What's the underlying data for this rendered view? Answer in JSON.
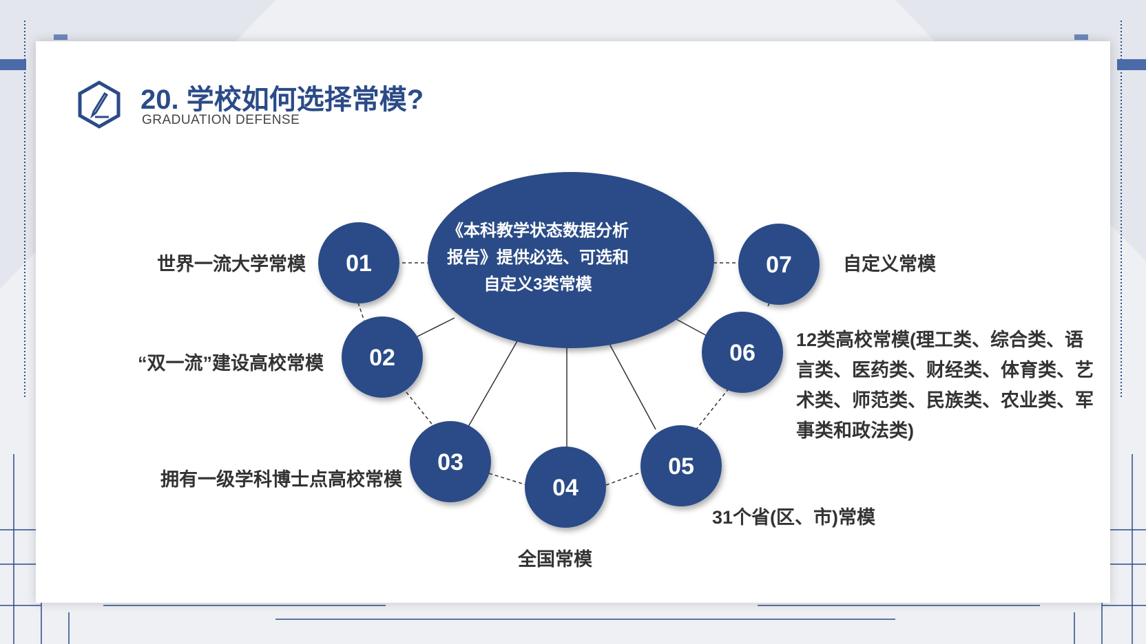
{
  "slide": {
    "title": "20. 学校如何选择常模?",
    "subtitle": "GRADUATION DEFENSE",
    "icon": "pencil-hexagon-icon"
  },
  "center": {
    "text": "《本科教学状态数据分析报告》提供必选、可选和自定义3类常模"
  },
  "nodes": [
    {
      "num": "01",
      "label": "世界一流大学常模"
    },
    {
      "num": "02",
      "label": "“双一流”建设高校常模"
    },
    {
      "num": "03",
      "label": "拥有一级学科博士点高校常模"
    },
    {
      "num": "04",
      "label": "全国常模"
    },
    {
      "num": "05",
      "label": "31个省(区、市)常模"
    },
    {
      "num": "06",
      "label": "12类高校常模(理工类、综合类、语言类、医药类、财经类、体育类、艺术类、师范类、民族类、农业类、军事类和政法类)"
    },
    {
      "num": "07",
      "label": "自定义常模"
    }
  ],
  "colors": {
    "primary": "#2b4b87",
    "text": "#333333"
  }
}
